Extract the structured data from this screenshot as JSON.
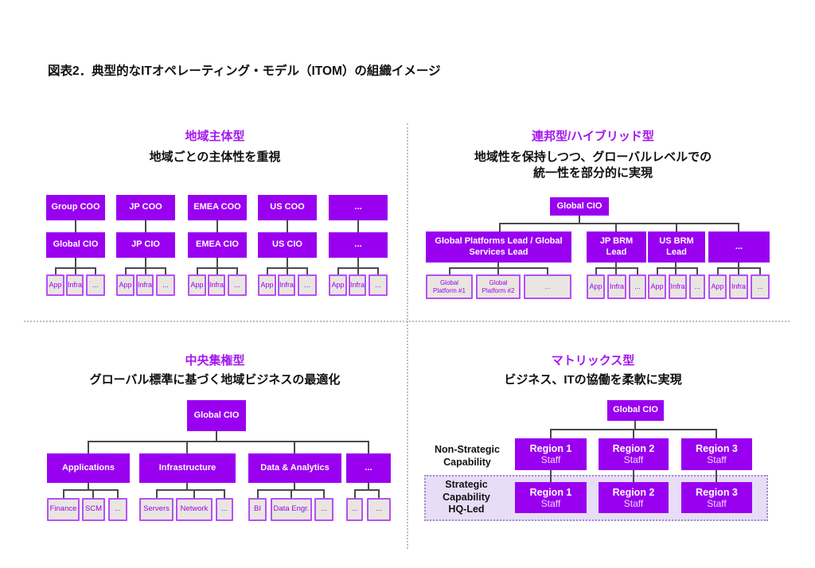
{
  "page": {
    "title": "図表2．典型的なITオペレーティング・モデル（ITOM）の組織イメージ"
  },
  "colors": {
    "box_purple": "#9900F0",
    "heading_purple": "#A517EE",
    "small_box_bg": "#E9E6E1",
    "small_box_border": "#B64FF5",
    "connector_gray": "#4A4A4A",
    "divider_gray": "#BDBDBD",
    "matrix_zone_bg": "#E7DDF6",
    "matrix_zone_border": "#A18BC9",
    "text_black": "#111111",
    "box_text_white": "#FFFFFF"
  },
  "q1": {
    "heading": "地域主体型",
    "subtitle": "地域ごとの主体性を重視",
    "columns": [
      {
        "coo": "Group COO",
        "cio": "Global CIO",
        "kids": [
          "App",
          "Infra",
          "..."
        ]
      },
      {
        "coo": "JP COO",
        "cio": "JP CIO",
        "kids": [
          "App",
          "Infra",
          "..."
        ]
      },
      {
        "coo": "EMEA COO",
        "cio": "EMEA CIO",
        "kids": [
          "App",
          "Infra",
          "..."
        ]
      },
      {
        "coo": "US COO",
        "cio": "US CIO",
        "kids": [
          "App",
          "Infra",
          "..."
        ]
      },
      {
        "coo": "...",
        "cio": "...",
        "kids": [
          "App",
          "Infra",
          "..."
        ]
      }
    ]
  },
  "q2": {
    "heading": "連邦型/ハイブリッド型",
    "subtitle_line1": "地域性を保持しつつ、グローバルレベルでの",
    "subtitle_line2": "統一性を部分的に実現",
    "root": "Global CIO",
    "branches": [
      {
        "label": "Global Platforms Lead / Global Services Lead",
        "kids": [
          "Global Platform #1",
          "Global Platform #2",
          "..."
        ]
      },
      {
        "label": "JP BRM Lead",
        "kids": [
          "App",
          "Infra",
          "..."
        ]
      },
      {
        "label": "US BRM Lead",
        "kids": [
          "App",
          "Infra",
          "..."
        ]
      },
      {
        "label": "...",
        "kids": [
          "App",
          "Infra",
          "..."
        ]
      }
    ]
  },
  "q3": {
    "heading": "中央集権型",
    "subtitle": "グローバル標準に基づく地域ビジネスの最適化",
    "root": "Global CIO",
    "branches": [
      {
        "label": "Applications",
        "kids": [
          "Finance",
          "SCM",
          "..."
        ]
      },
      {
        "label": "Infrastructure",
        "kids": [
          "Servers",
          "Network",
          "..."
        ]
      },
      {
        "label": "Data & Analytics",
        "kids": [
          "BI",
          "Data Engr.",
          "..."
        ]
      },
      {
        "label": "...",
        "kids": [
          "...",
          "..."
        ]
      }
    ]
  },
  "q4": {
    "heading": "マトリックス型",
    "subtitle": "ビジネス、ITの協働を柔軟に実現",
    "root": "Global CIO",
    "row1_label": [
      "Non-Strategic",
      "Capability"
    ],
    "row2_label": [
      "Strategic",
      "Capability",
      "HQ-Led"
    ],
    "regions": [
      "Region 1",
      "Region 2",
      "Region 3"
    ],
    "staff_label": "Staff"
  }
}
